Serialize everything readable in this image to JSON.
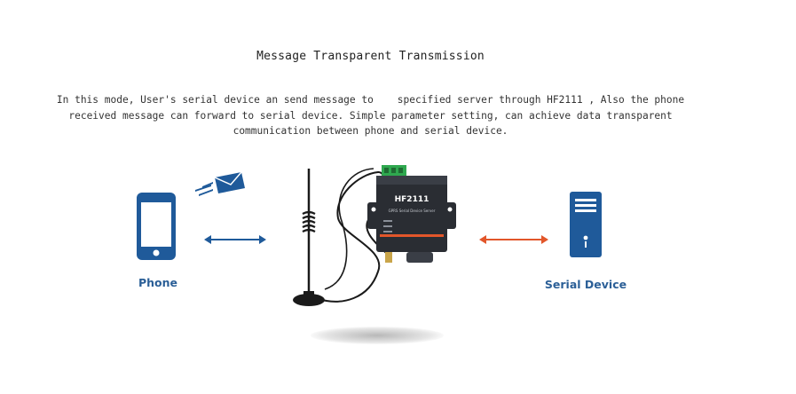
{
  "title": "Message Transparent Transmission",
  "description": [
    "In this mode, User's serial device an send message to    specified server through HF2111 , Also the phone",
    "received message can forward to serial device. Simple parameter setting, can achieve data transparent",
    "communication between phone and serial device."
  ],
  "nodes": {
    "phone_label": "Phone",
    "serial_label": "Serial Device",
    "device_model": "HF2111",
    "device_subtitle": "GPRS Serial Device Server"
  },
  "colors": {
    "blue": "#1f5a9a",
    "orange": "#e2562a",
    "label_blue": "#2b5f97",
    "device_body": "#2a2d33",
    "terminal_green": "#2fa84f"
  }
}
